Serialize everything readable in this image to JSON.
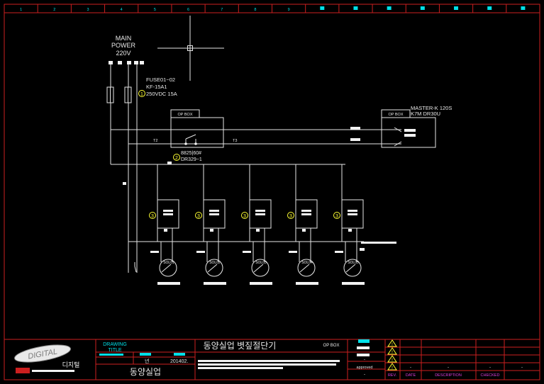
{
  "colors": {
    "background": "#000000",
    "frame": "#cc1f1f",
    "line": "#e6e6e6",
    "cyan": "#00e0e8",
    "magenta": "#e040e0",
    "yellow": "#ffff33",
    "blue_field": "#2a6cd8"
  },
  "ruler": {
    "labels": [
      "1",
      "2",
      "3",
      "4",
      "5",
      "6",
      "7",
      "8",
      "9",
      "",
      "",
      "",
      "",
      "",
      "",
      ""
    ]
  },
  "power": {
    "line1": "MAIN",
    "line2": "POWER",
    "line3": "220V"
  },
  "fuse": {
    "marker": "1",
    "line1": "FUSE01~02",
    "line2": "KF-15A1",
    "line3": "250VDC 15A"
  },
  "op_box": {
    "left_label": "OP BOX",
    "right_label": "OP BOX",
    "term_left": "T2",
    "term_right": "T3"
  },
  "switch": {
    "marker": "2",
    "line1": "8825|60#",
    "line2": "DR329~1"
  },
  "plc": {
    "line1": "MASTER-K 120S",
    "line2": "K7M DR30U"
  },
  "relays": [
    {
      "marker": "3",
      "valve": "SOL01"
    },
    {
      "marker": "3",
      "valve": "SOL02"
    },
    {
      "marker": "3",
      "valve": "SOL03"
    },
    {
      "marker": "3",
      "valve": "SOL04"
    },
    {
      "marker": "3",
      "valve": "SOL05"
    }
  ],
  "title_block": {
    "drawing_title_label_1": "DRAWING",
    "drawing_title_label_2": "TITLE",
    "drawing_title": "동양실업 볏짚절단기",
    "op_box": "OP BOX",
    "date_label": "년",
    "date_value": "201402.",
    "company": "동양실업",
    "logo_text": "DIGITAL",
    "logo_sub": "디지털",
    "approved": "approved",
    "dash_a": "-",
    "dash_b": "-",
    "rev_headers": [
      "REV.",
      "DATE",
      "DESCRIPTION",
      "CHECKED"
    ],
    "rev_dashes": [
      "-",
      "-",
      "-",
      "-"
    ],
    "warning_marks": [
      "!",
      "!",
      "!",
      "!"
    ]
  }
}
